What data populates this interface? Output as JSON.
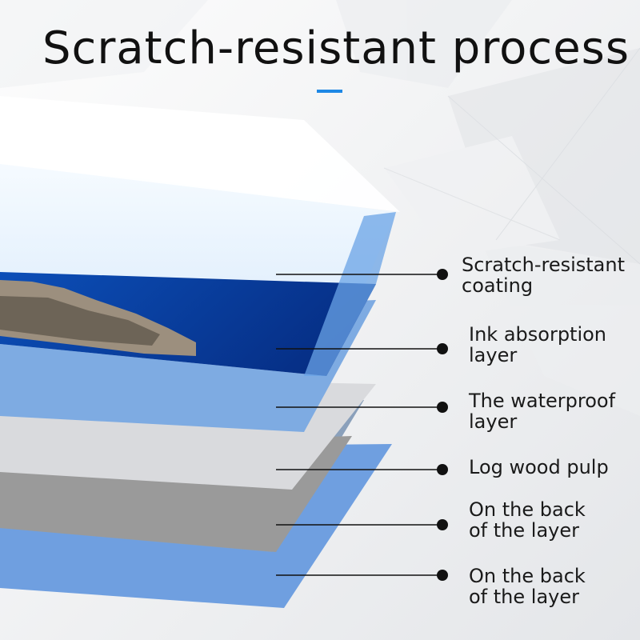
{
  "title": "Scratch-resistant process",
  "colors": {
    "accent": "#1e88e5",
    "coating": "#86b6ef",
    "ink_layer": "#7eabe2",
    "waterproof_layer": "#d9dadd",
    "wood_pulp": "#9a9a9a",
    "back_layer": "#6f9fe0",
    "sea": "#0a3d9e"
  },
  "layers": [
    {
      "line1": "Scratch-resistant",
      "line2": "coating"
    },
    {
      "line1": "Ink absorption",
      "line2": "layer"
    },
    {
      "line1": "The waterproof",
      "line2": "layer"
    },
    {
      "line1": "Log wood pulp",
      "line2": ""
    },
    {
      "line1": "On the back",
      "line2": "of the layer"
    },
    {
      "line1": "On the back",
      "line2": "of the layer"
    }
  ]
}
